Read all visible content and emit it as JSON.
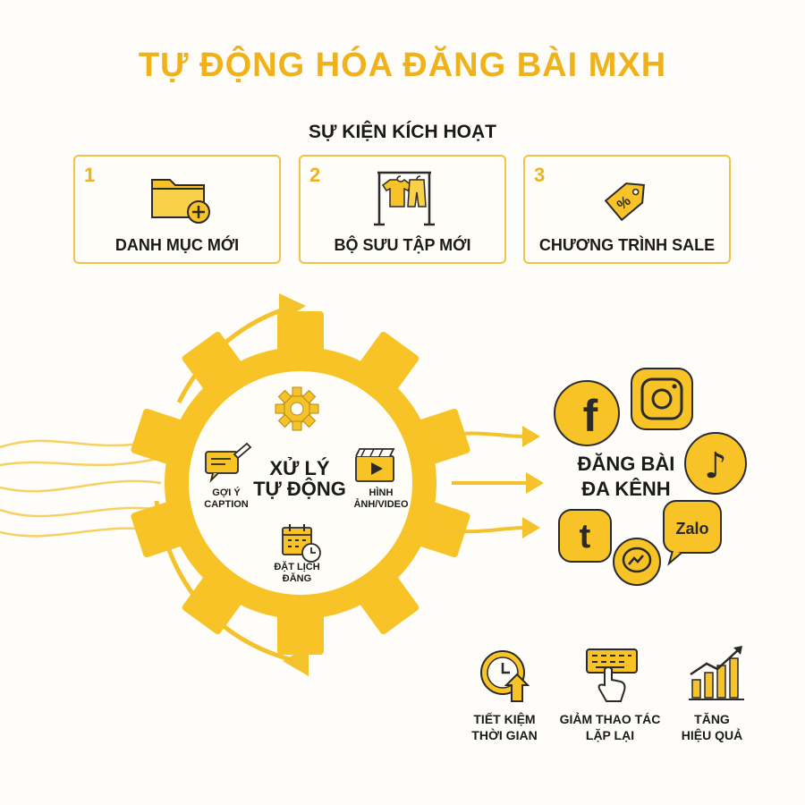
{
  "title": "TỰ ĐỘNG HÓA ĐĂNG BÀI MXH",
  "trigger": {
    "heading": "SỰ KIỆN KÍCH HOẠT",
    "cards": [
      {
        "num": "1",
        "label": "DANH MỤC MỚI",
        "icon": "folder-add-icon"
      },
      {
        "num": "2",
        "label": "BỘ SƯU TẬP MỚI",
        "icon": "clothes-rack-icon"
      },
      {
        "num": "3",
        "label": "CHƯƠNG TRÌNH SALE",
        "icon": "discount-tag-icon"
      }
    ]
  },
  "process": {
    "line1": "XỬ LÝ",
    "line2": "TỰ ĐỘNG",
    "items": {
      "caption": {
        "line1": "GỢI Ý",
        "line2": "CAPTION",
        "icon": "caption-edit-icon"
      },
      "media": {
        "line1": "HÌNH",
        "line2": "ẢNH/VIDEO",
        "icon": "video-clapper-icon"
      },
      "schedule": {
        "line1": "ĐẶT LỊCH",
        "line2": "ĐĂNG",
        "icon": "calendar-clock-icon"
      }
    }
  },
  "output": {
    "line1": "ĐĂNG BÀI",
    "line2": "ĐA KÊNH",
    "channels": {
      "facebook": "f",
      "tiktok": "♪",
      "tumblr": "t",
      "zalo": "Zalo"
    }
  },
  "benefits": [
    {
      "line1": "TIẾT KIỆM",
      "line2": "THỜI GIAN",
      "icon": "clock-arrow-icon"
    },
    {
      "line1": "GIẢM THAO TÁC",
      "line2": "LẶP LẠI",
      "icon": "keyboard-hand-icon"
    },
    {
      "line1": "TĂNG",
      "line2": "HIỆU QUẢ",
      "icon": "growth-chart-icon"
    }
  ],
  "colors": {
    "accent": "#f0b21b",
    "gear": "#f7c326",
    "border": "#f1c34a",
    "text": "#1a1a1a"
  }
}
